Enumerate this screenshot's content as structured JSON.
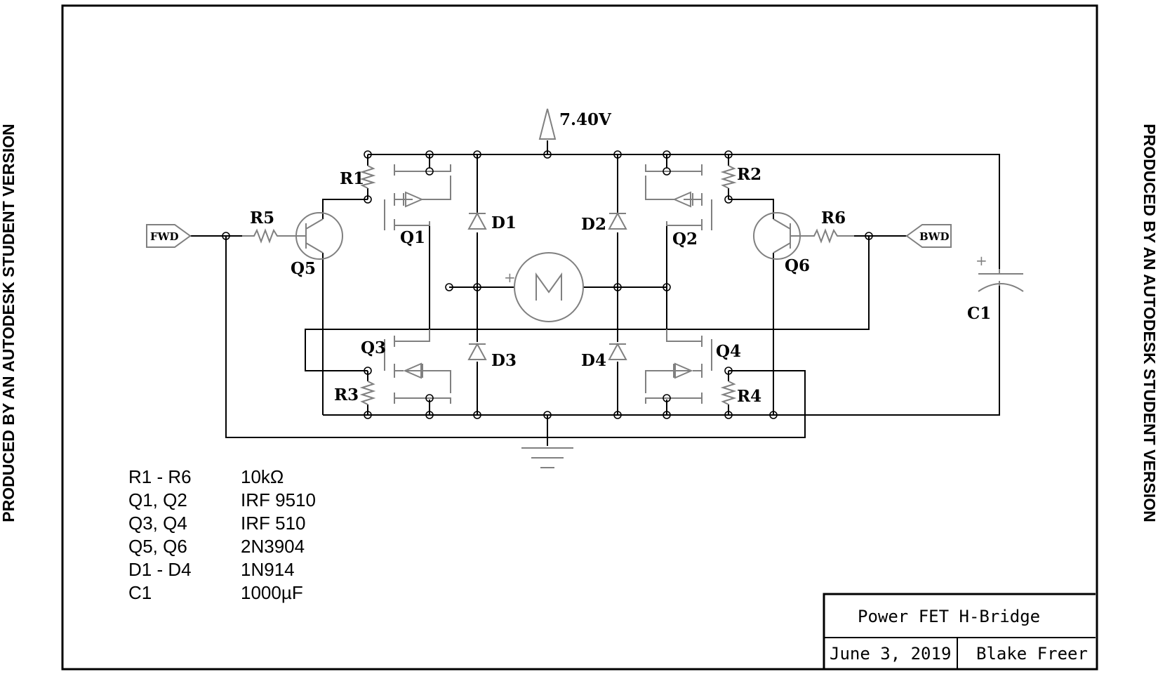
{
  "watermark": "PRODUCED BY AN AUTODESK STUDENT VERSION",
  "supply": {
    "label": "7.40V"
  },
  "ports": {
    "fwd": "FWD",
    "bwd": "BWD"
  },
  "refs": {
    "R1": "R1",
    "R2": "R2",
    "R3": "R3",
    "R4": "R4",
    "R5": "R5",
    "R6": "R6",
    "Q1": "Q1",
    "Q2": "Q2",
    "Q3": "Q3",
    "Q4": "Q4",
    "Q5": "Q5",
    "Q6": "Q6",
    "D1": "D1",
    "D2": "D2",
    "D3": "D3",
    "D4": "D4",
    "C1": "C1"
  },
  "polarity": {
    "motor": "+",
    "capacitor": "+"
  },
  "bom": [
    {
      "ref": "R1 - R6",
      "value": "10kΩ"
    },
    {
      "ref": "Q1, Q2",
      "value": "IRF 9510"
    },
    {
      "ref": "Q3, Q4",
      "value": "IRF 510"
    },
    {
      "ref": "Q5, Q6",
      "value": "2N3904"
    },
    {
      "ref": "D1 - D4",
      "value": "1N914"
    },
    {
      "ref": "C1",
      "value": "1000µF"
    }
  ],
  "title_block": {
    "title": "Power FET H-Bridge",
    "date": "June 3, 2019",
    "author": "Blake Freer"
  }
}
